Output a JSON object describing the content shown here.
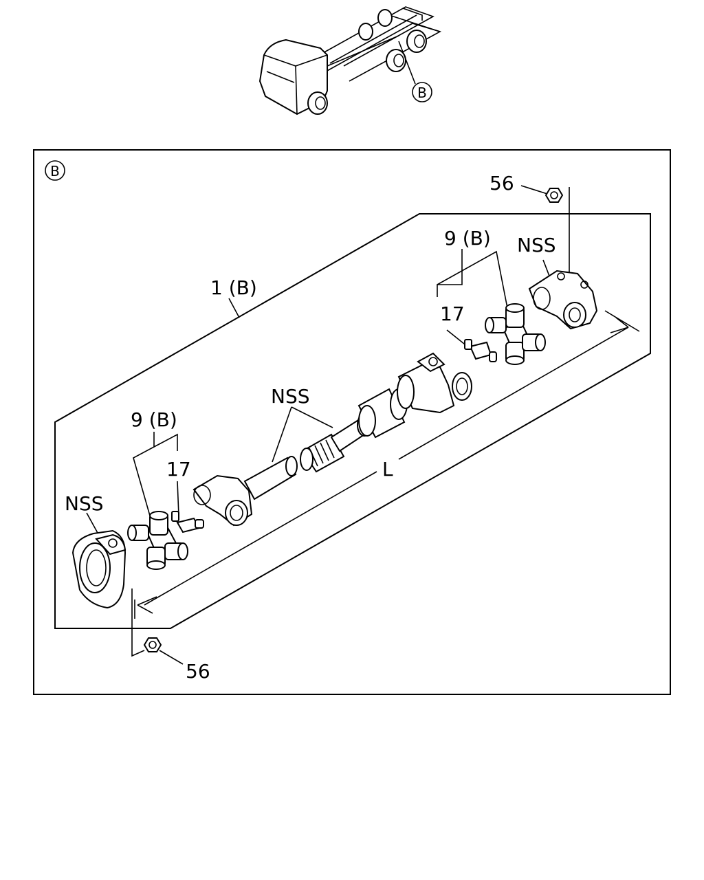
{
  "locator": {
    "view_label": "B"
  },
  "panel": {
    "view_label": "B"
  },
  "labels": {
    "shaft_assembly": "1 (B)",
    "ujoint_left": "9 (B)",
    "ujoint_right": "9 (B)",
    "grease_fitting_left": "17",
    "grease_fitting_right": "17",
    "nss_left_flange": "NSS",
    "nss_shaft": "NSS",
    "nss_right_flange": "NSS",
    "nut_top": "56",
    "nut_bottom": "56",
    "length_dim": "L"
  }
}
